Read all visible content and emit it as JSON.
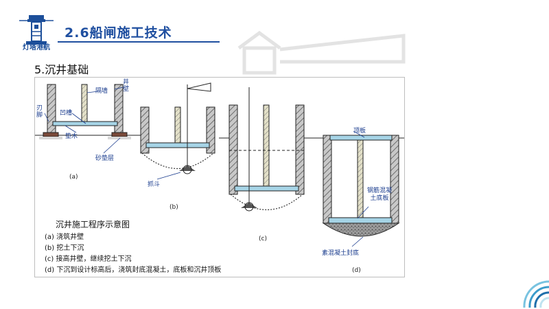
{
  "header": {
    "logo_text": "灯塔港航",
    "title": "2.6船闸施工技术"
  },
  "section": {
    "subtitle": "5.沉井基础"
  },
  "figure": {
    "labels": {
      "jiaoyao": "刃脚",
      "aocao": "凹槽",
      "gege": "隔墙",
      "jingbi": "井壁",
      "dianmu": "垫木",
      "shadianceng": "砂垫层",
      "zhuadou": "抓斗",
      "dingban": "顶板",
      "gangjin": "钢筋混凝土底板",
      "sufengdi": "素混凝土封底"
    },
    "sublabels": {
      "a": "(a)",
      "b": "(b)",
      "c": "(c)",
      "d": "(d)"
    },
    "caption_title": "沉井施工程序示意图",
    "steps": [
      "(a) 浇筑井壁",
      "(b) 挖土下沉",
      "(c) 接高井壁，继续挖土下沉",
      "(d) 下沉到设计标高后，浇筑封底混凝土，底板和沉井顶板"
    ],
    "colors": {
      "label": "#1a3c8e",
      "beam": "#a6d4e6",
      "wall": "#a8a8a8"
    }
  }
}
